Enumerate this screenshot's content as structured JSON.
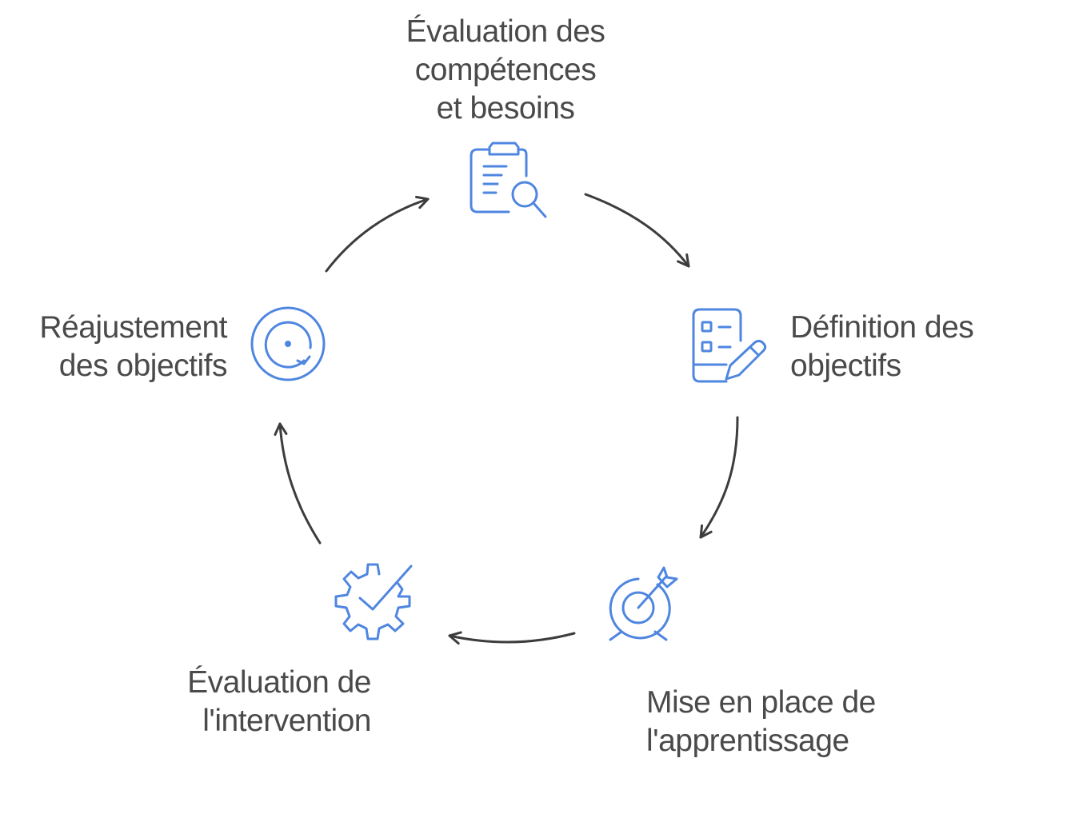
{
  "colors": {
    "icon": "#4f86e0",
    "arrow": "#3d3d3d",
    "text": "#4a4a4a",
    "background": "#ffffff"
  },
  "steps": [
    {
      "lines": [
        "Évaluation des",
        "compétences",
        "et besoins"
      ],
      "icon": "clipboard-search-icon"
    },
    {
      "lines": [
        "Définition des",
        "objectifs"
      ],
      "icon": "checklist-pencil-icon"
    },
    {
      "lines": [
        "Mise en place de",
        "l'apprentissage"
      ],
      "icon": "target-arrow-icon"
    },
    {
      "lines": [
        "Évaluation de",
        "l'intervention"
      ],
      "icon": "gear-check-icon"
    },
    {
      "lines": [
        "Réajustement",
        "des objectifs"
      ],
      "icon": "refresh-circle-icon"
    }
  ]
}
